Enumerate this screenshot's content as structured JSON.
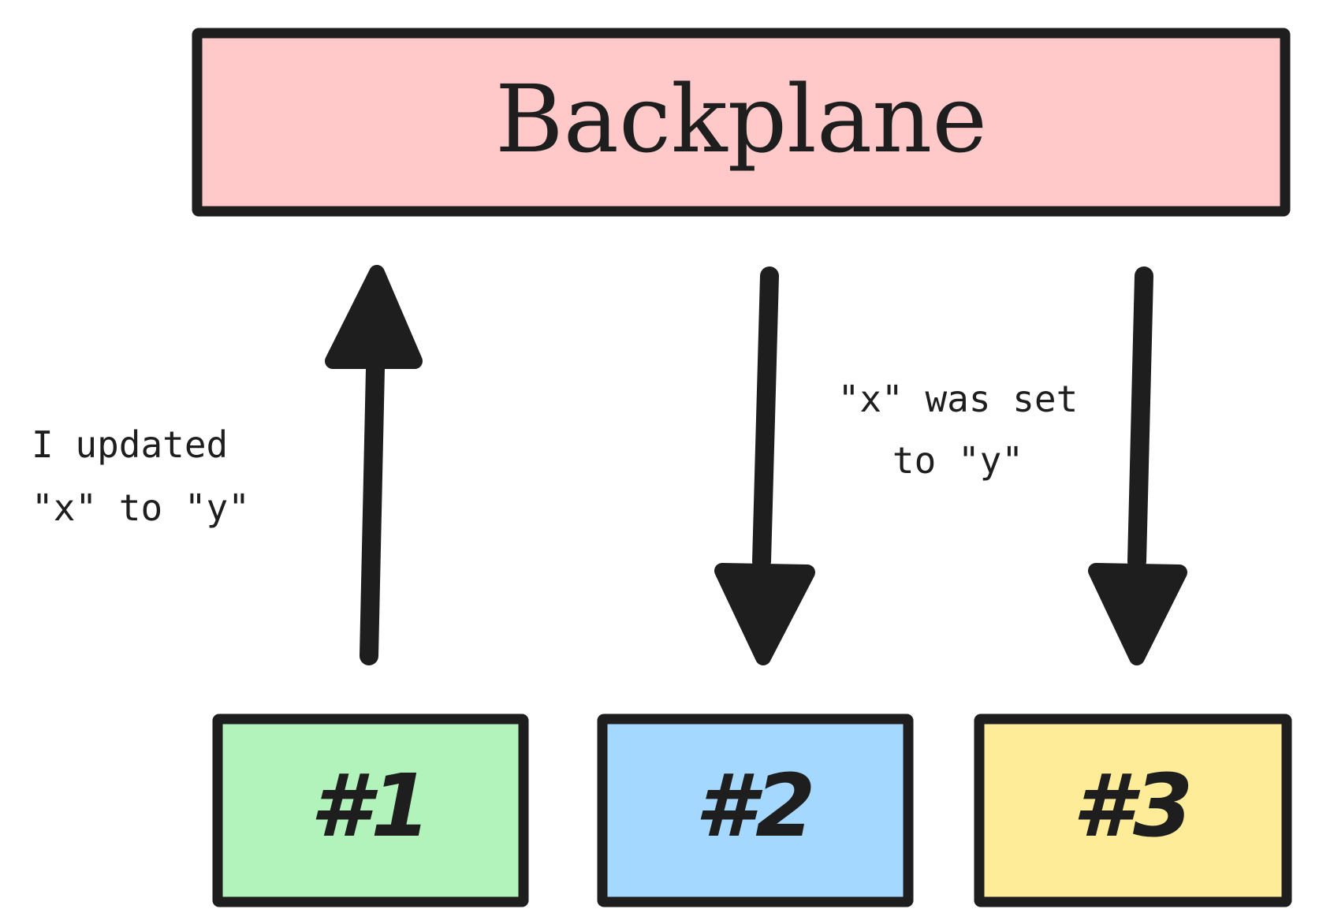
{
  "backplane": {
    "label": "Backplane",
    "fill": "#ffc9c9"
  },
  "nodes": [
    {
      "label": "#1",
      "fill": "#b2f2bb"
    },
    {
      "label": "#2",
      "fill": "#a5d8ff"
    },
    {
      "label": "#3",
      "fill": "#ffec99"
    }
  ],
  "notes": {
    "left": [
      "I updated",
      "\"x\" to \"y\""
    ],
    "right": [
      "\"x\" was set",
      "to \"y\""
    ]
  },
  "colors": {
    "stroke": "#1e1e1e",
    "background": "#ffffff"
  }
}
